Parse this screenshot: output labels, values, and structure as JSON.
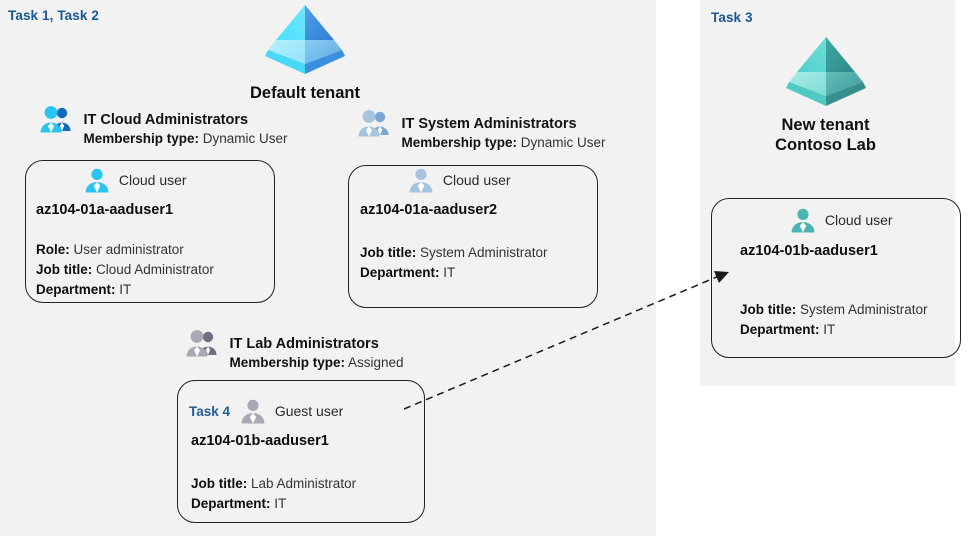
{
  "panels": {
    "left": {
      "task_label": "Task 1, Task 2"
    },
    "right": {
      "task_label": "Task 3"
    }
  },
  "tenants": [
    {
      "id": "default-tenant",
      "name": "Default tenant",
      "icon": "azure-ad-tenant-icon",
      "color": "#3e8ee0"
    },
    {
      "id": "new-tenant",
      "name": "New  tenant\nContoso Lab",
      "icon": "azure-ad-tenant-icon",
      "color": "#39b3ad"
    }
  ],
  "groups": [
    {
      "id": "it-cloud-administrators",
      "icon": "users-group-icon",
      "icon_color": "#29c5f0",
      "title": "IT Cloud Administrators",
      "meta_label": "Membership type:",
      "meta_value": "Dynamic User"
    },
    {
      "id": "it-system-administrators",
      "icon": "users-group-icon",
      "icon_color": "#9fbede",
      "title": "IT System Administrators",
      "meta_label": "Membership type:",
      "meta_value": "Dynamic User"
    },
    {
      "id": "it-lab-administrators",
      "icon": "users-group-icon",
      "icon_color": "#9a9aa8",
      "title": "IT Lab Administrators",
      "meta_label": "Membership type:",
      "meta_value": "Assigned"
    }
  ],
  "cards": [
    {
      "id": "az104-01a-aaduser1",
      "task": "",
      "user_type": "Cloud user",
      "icon": "cloud-user-icon",
      "icon_color": "#29c5f0",
      "name": "az104-01a-aaduser1",
      "attrs": [
        {
          "label": "Role:",
          "value": "User administrator"
        },
        {
          "label": "Job title:",
          "value": "Cloud Administrator"
        },
        {
          "label": "Department:",
          "value": "IT"
        }
      ]
    },
    {
      "id": "az104-01a-aaduser2",
      "task": "",
      "user_type": "Cloud user",
      "icon": "cloud-user-icon",
      "icon_color": "#9fbede",
      "name": "az104-01a-aaduser2",
      "attrs": [
        {
          "label": "Job title:",
          "value": "System Administrator"
        },
        {
          "label": "Department:",
          "value": "IT"
        }
      ]
    },
    {
      "id": "az104-01b-aaduser1-guest",
      "task": "Task 4",
      "user_type": "Guest user",
      "icon": "guest-user-icon",
      "icon_color": "#9a9aa8",
      "name": "az104-01b-aaduser1",
      "attrs": [
        {
          "label": "Job title:",
          "value": "Lab Administrator"
        },
        {
          "label": "Department:",
          "value": "IT"
        }
      ]
    },
    {
      "id": "az104-01b-aaduser1-cloud",
      "task": "",
      "user_type": "Cloud user",
      "icon": "cloud-user-icon",
      "icon_color": "#39b3ad",
      "name": "az104-01b-aaduser1",
      "attrs": [
        {
          "label": "Job title:",
          "value": "System Administrator"
        },
        {
          "label": "Department:",
          "value": "IT"
        }
      ]
    }
  ],
  "connector": {
    "id": "guest-to-cloud-user-arrow",
    "style": "dashed-arrow",
    "color": "#1a1a1a"
  }
}
